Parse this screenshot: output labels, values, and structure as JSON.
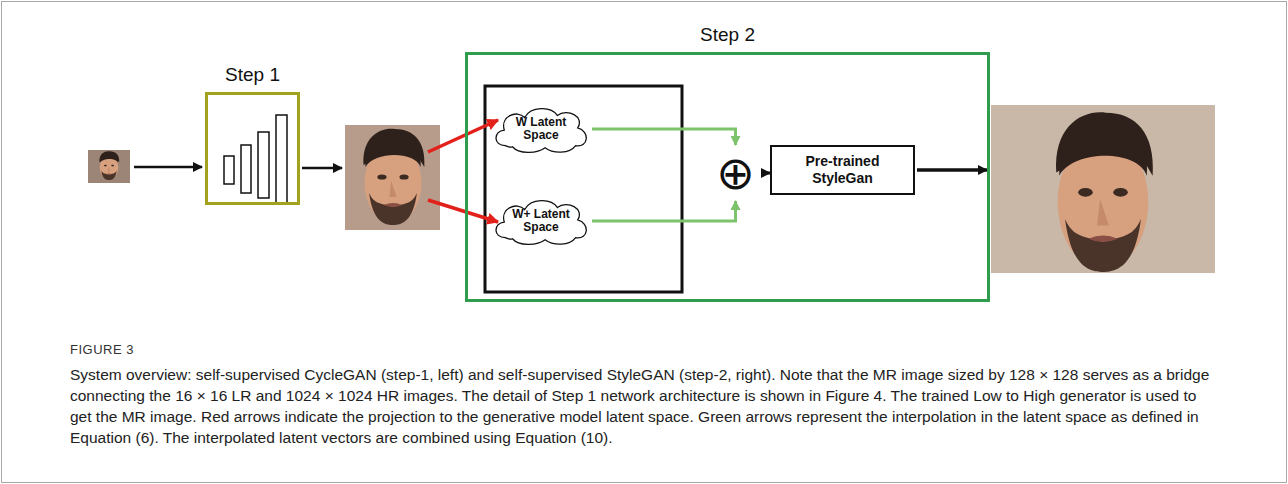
{
  "diagram": {
    "caption": "System overview: self-supervised CycleGAN (step-1, left) and self-supervised StyleGAN (step-2, right). Note that the MR image sized by 128 × 128 serves as a bridge connecting the 16 × 16 LR and 1024 × 1024 HR images. The detail of Step 1 network architecture is shown in Figure 4. The trained Low to High generator is used to get the MR image. Red arrows indicate the projection to the generative model latent space. Green arrows represent the interpolation in the latent space as defined in Equation (6). The interpolated latent vectors are combined using Equation (10).",
    "nodes": [
      {
        "text": [
          "Step 1"
        ]
      },
      {
        "text": [
          "Step 2"
        ]
      },
      {
        "text": [
          "W Latent Space"
        ],
        "in": 1
      },
      {
        "text": [
          "W+ Latent Space"
        ],
        "in": 1
      },
      {
        "text": [
          "⊕"
        ],
        "in": 1
      },
      {
        "text": [
          "Pre-trained StyleGan"
        ],
        "in": 1
      }
    ],
    "edges": [
      {
        "from": 2,
        "to": 4,
        "arrow": "to"
      },
      {
        "from": 3,
        "to": 4,
        "arrow": "to"
      },
      {
        "from": 4,
        "to": 5,
        "arrow": "to"
      }
    ],
    "labels": [
      "FIGURE 3"
    ]
  }
}
